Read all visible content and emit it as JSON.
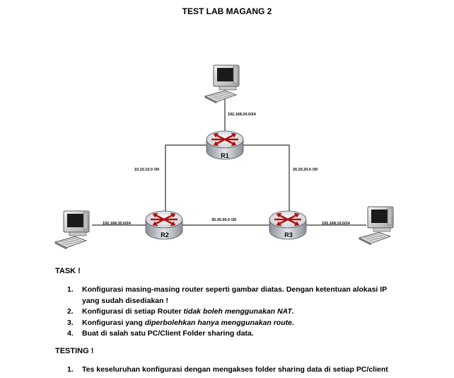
{
  "title": "TEST LAB MAGANG 2",
  "topology": {
    "routers": [
      {
        "id": "r1",
        "label": "R1"
      },
      {
        "id": "r2",
        "label": "R2"
      },
      {
        "id": "r3",
        "label": "R3"
      }
    ],
    "links": {
      "r1_pc": "192.168.20.0/24",
      "r1_r2": "10.10.10.0 /30",
      "r1_r3": "20.20.20.0 /30",
      "r2_r3": "30.30.30.0 /30",
      "r2_pc": "192.168.30.0/24",
      "r3_pc": "192.168.10.0/24"
    }
  },
  "task": {
    "heading": "TASK !",
    "items": [
      {
        "num": "1.",
        "parts": [
          {
            "t": "Konfigurasi masing-masing router seperti gambar diatas. Dengan ketentuan alokasi IP yang sudah disediakan !"
          }
        ]
      },
      {
        "num": "2.",
        "parts": [
          {
            "t": "Konfigurasi di setiap Router "
          },
          {
            "t": "tidak boleh menggunakan NAT",
            "i": true
          },
          {
            "t": "."
          }
        ]
      },
      {
        "num": "3.",
        "parts": [
          {
            "t": "Konfigurasi yang "
          },
          {
            "t": "diperbolehkan hanya menggunakan route",
            "i": true
          },
          {
            "t": "."
          }
        ]
      },
      {
        "num": "4.",
        "parts": [
          {
            "t": "Buat di salah satu PC/Client Folder sharing data."
          }
        ]
      }
    ]
  },
  "testing": {
    "heading": "TESTING !",
    "items": [
      {
        "num": "1.",
        "parts": [
          {
            "t": "Tes keseluruhan konfigurasi dengan mengakses folder sharing data di setiap PC/client"
          }
        ]
      }
    ]
  }
}
